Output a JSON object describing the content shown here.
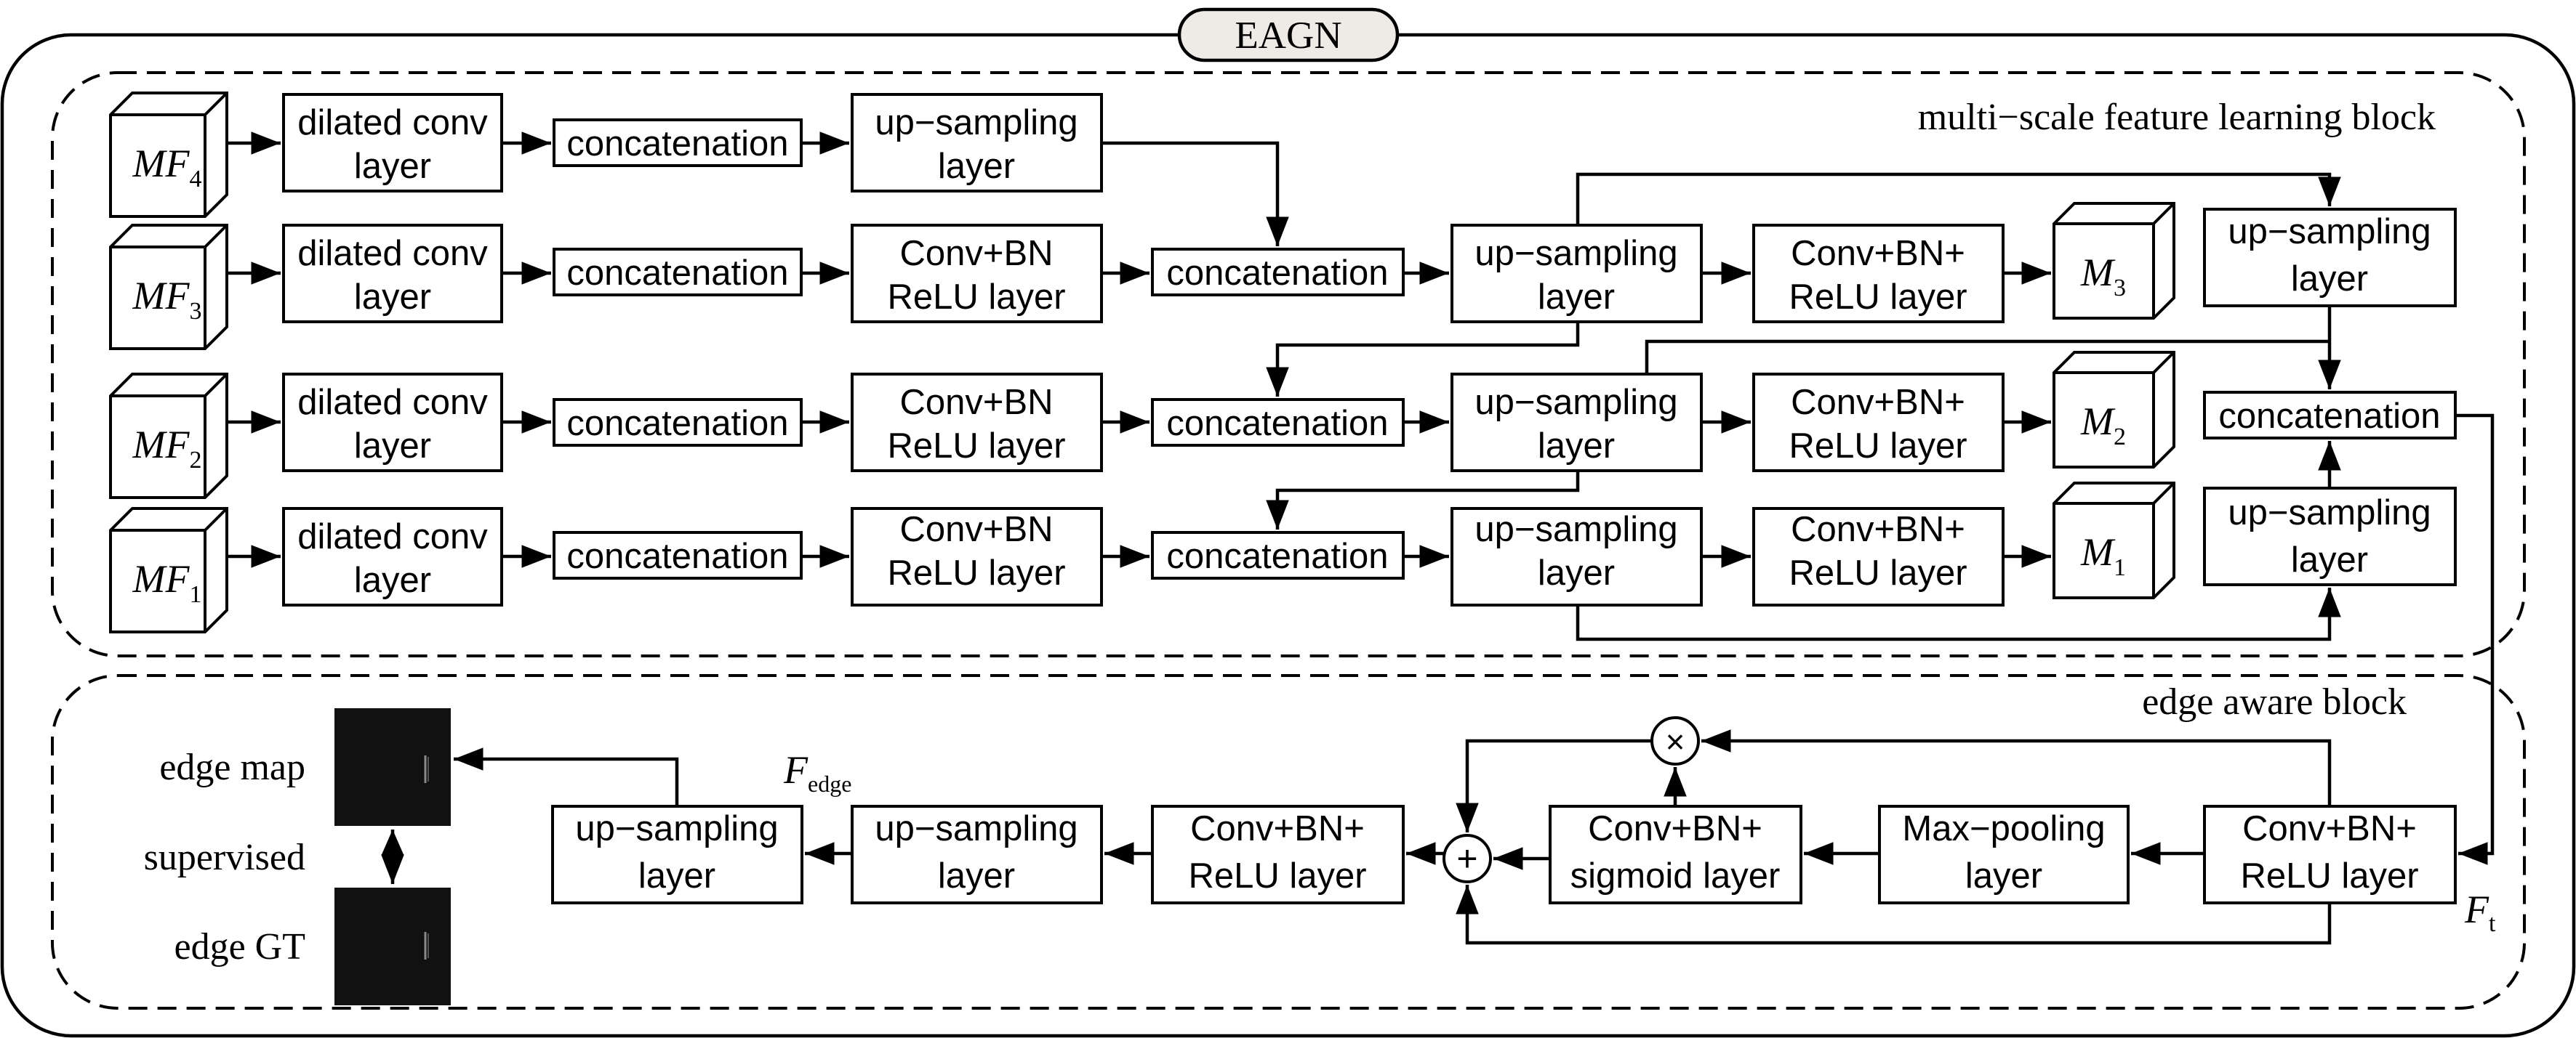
{
  "title": "EAGN",
  "multi_scale_block": {
    "label": "multi−scale feature learning block",
    "rows": [
      {
        "input": {
          "base": "MF",
          "sub": "4"
        },
        "dilated": [
          "dilated conv",
          "layer"
        ],
        "concat": "concatenation",
        "third": [
          "up−sampling",
          "layer"
        ]
      },
      {
        "input": {
          "base": "MF",
          "sub": "3"
        },
        "dilated": [
          "dilated conv",
          "layer"
        ],
        "concat": "concatenation",
        "third": [
          "Conv+BN",
          "ReLU layer"
        ],
        "concat2": "concatenation",
        "upsample": [
          "up−sampling",
          "layer"
        ],
        "convbn": [
          "Conv+BN+",
          "ReLU layer"
        ],
        "output": {
          "base": "M",
          "sub": "3"
        }
      },
      {
        "input": {
          "base": "MF",
          "sub": "2"
        },
        "dilated": [
          "dilated conv",
          "layer"
        ],
        "concat": "concatenation",
        "third": [
          "Conv+BN",
          "ReLU layer"
        ],
        "concat2": "concatenation",
        "upsample": [
          "up−sampling",
          "layer"
        ],
        "convbn": [
          "Conv+BN+",
          "ReLU layer"
        ],
        "output": {
          "base": "M",
          "sub": "2"
        }
      },
      {
        "input": {
          "base": "MF",
          "sub": "1"
        },
        "dilated": [
          "dilated conv",
          "layer"
        ],
        "concat": "concatenation",
        "third": [
          "Conv+BN",
          "ReLU layer"
        ],
        "concat2": "concatenation",
        "upsample": [
          "up−sampling",
          "layer"
        ],
        "convbn": [
          "Conv+BN+",
          "ReLU layer"
        ],
        "output": {
          "base": "M",
          "sub": "1"
        }
      }
    ],
    "right_column": {
      "top_upsample": [
        "up−sampling",
        "layer"
      ],
      "concat": "concatenation",
      "bottom_upsample": [
        "up−sampling",
        "layer"
      ]
    }
  },
  "edge_block": {
    "label": "edge aware block",
    "ft_label": {
      "base": "F",
      "sub": "t"
    },
    "fedge_label": {
      "base": "F",
      "sub": "edge"
    },
    "convbn_relu_right": [
      "Conv+BN+",
      "ReLU layer"
    ],
    "maxpool": [
      "Max−pooling",
      "layer"
    ],
    "sigmoid": [
      "Conv+BN+",
      "sigmoid layer"
    ],
    "multiply_symbol": "×",
    "add_symbol": "+",
    "convbn_relu_left": [
      "Conv+BN+",
      "ReLU layer"
    ],
    "upsample1": [
      "up−sampling",
      "layer"
    ],
    "upsample2": [
      "up−sampling",
      "layer"
    ],
    "edge_map_label": "edge map",
    "supervised_label": "supervised",
    "edge_gt_label": "edge GT"
  }
}
